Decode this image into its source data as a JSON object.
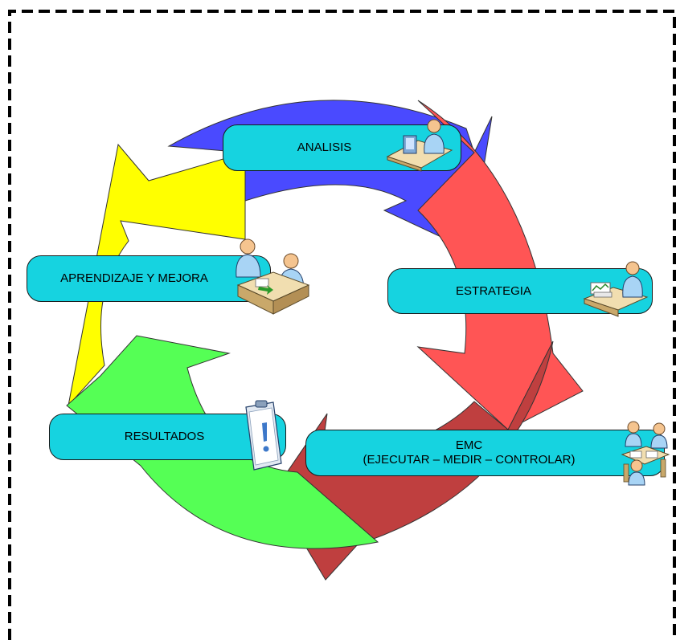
{
  "diagram": {
    "frame_color": "#000000",
    "arrow_colors": {
      "analisis": "#4a4aff",
      "estrategia": "#ff5555",
      "emc": "#bf3f3f",
      "resultados": "#55ff55",
      "aprendizaje": "#ffff00"
    },
    "box_color": "#16d3e0",
    "stages": {
      "analisis": {
        "label": "ANALISIS",
        "icon": "person-at-computer-icon"
      },
      "estrategia": {
        "label": "ESTRATEGIA",
        "icon": "person-with-documents-icon"
      },
      "emc": {
        "line1": "EMC",
        "line2": "(EJECUTAR – MEDIR – CONTROLAR)",
        "icon": "team-meeting-icon"
      },
      "resultados": {
        "label": "RESULTADOS",
        "icon": "clipboard-alert-icon"
      },
      "aprendizaje": {
        "label": "APRENDIZAJE Y MEJORA",
        "icon": "two-people-at-desk-icon"
      }
    }
  }
}
